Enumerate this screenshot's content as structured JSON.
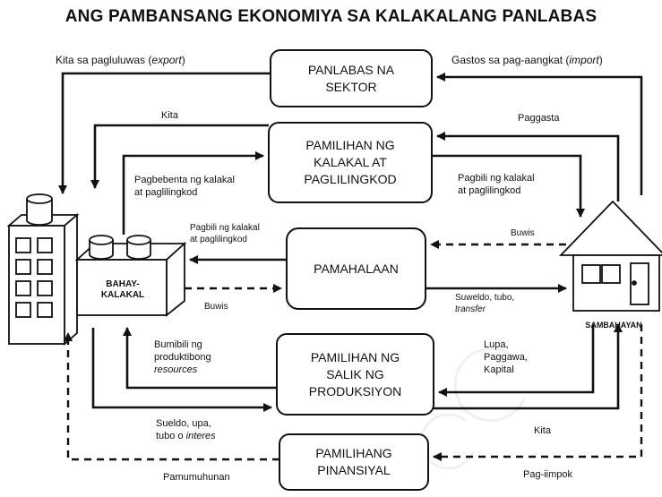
{
  "title": "ANG PAMBANSANG EKONOMIYA SA KALAKALANG PANLABAS",
  "boxes": {
    "panlabas": [
      "PANLABAS NA",
      "SEKTOR"
    ],
    "pamilihan_kalakal": [
      "PAMILIHAN NG",
      "KALAKAL AT",
      "PAGLILINGKOD"
    ],
    "pamahalaan": [
      "PAMAHALAAN"
    ],
    "salik": [
      "PAMILIHAN NG",
      "SALIK NG",
      "PRODUKSIYON"
    ],
    "pinansiyal": [
      "PAMILIHANG",
      "PINANSIYAL"
    ]
  },
  "actors": {
    "bahay_kalakal": [
      "BAHAY-",
      "KALAKAL"
    ],
    "sambahayan": "SAMBAHAYAN"
  },
  "labels": {
    "export_pre": "Kita sa pagluluwas (",
    "export_em": "export",
    "export_post": ")",
    "import_pre": "Gastos sa pag-aangkat (",
    "import_em": "import",
    "import_post": ")",
    "kita_top": "Kita",
    "paggasta": "Paggasta",
    "pagbebenta": [
      "Pagbebenta ng kalakal",
      "at paglilingkod"
    ],
    "pagbili_right": [
      "Pagbili ng kalakal",
      "at paglilingkod"
    ],
    "pagbili_left": [
      "Pagbili ng kalakal",
      "at paglilingkod"
    ],
    "buwis_right": "Buwis",
    "buwis_left": "Buwis",
    "suweldo": [
      "Suweldo, tubo,",
      "transfer"
    ],
    "bumibili": [
      "Bumibili ng",
      "produktibong",
      "resources"
    ],
    "lupa": [
      "Lupa,",
      "Paggawa,",
      "Kapital"
    ],
    "sueldo_upa": [
      "Sueldo, upa,",
      "tubo o ",
      "interes"
    ],
    "kita_bottom": "Kita",
    "pamumuhunan": "Pamumuhunan",
    "pag_iimpok": "Pag-iimpok"
  }
}
